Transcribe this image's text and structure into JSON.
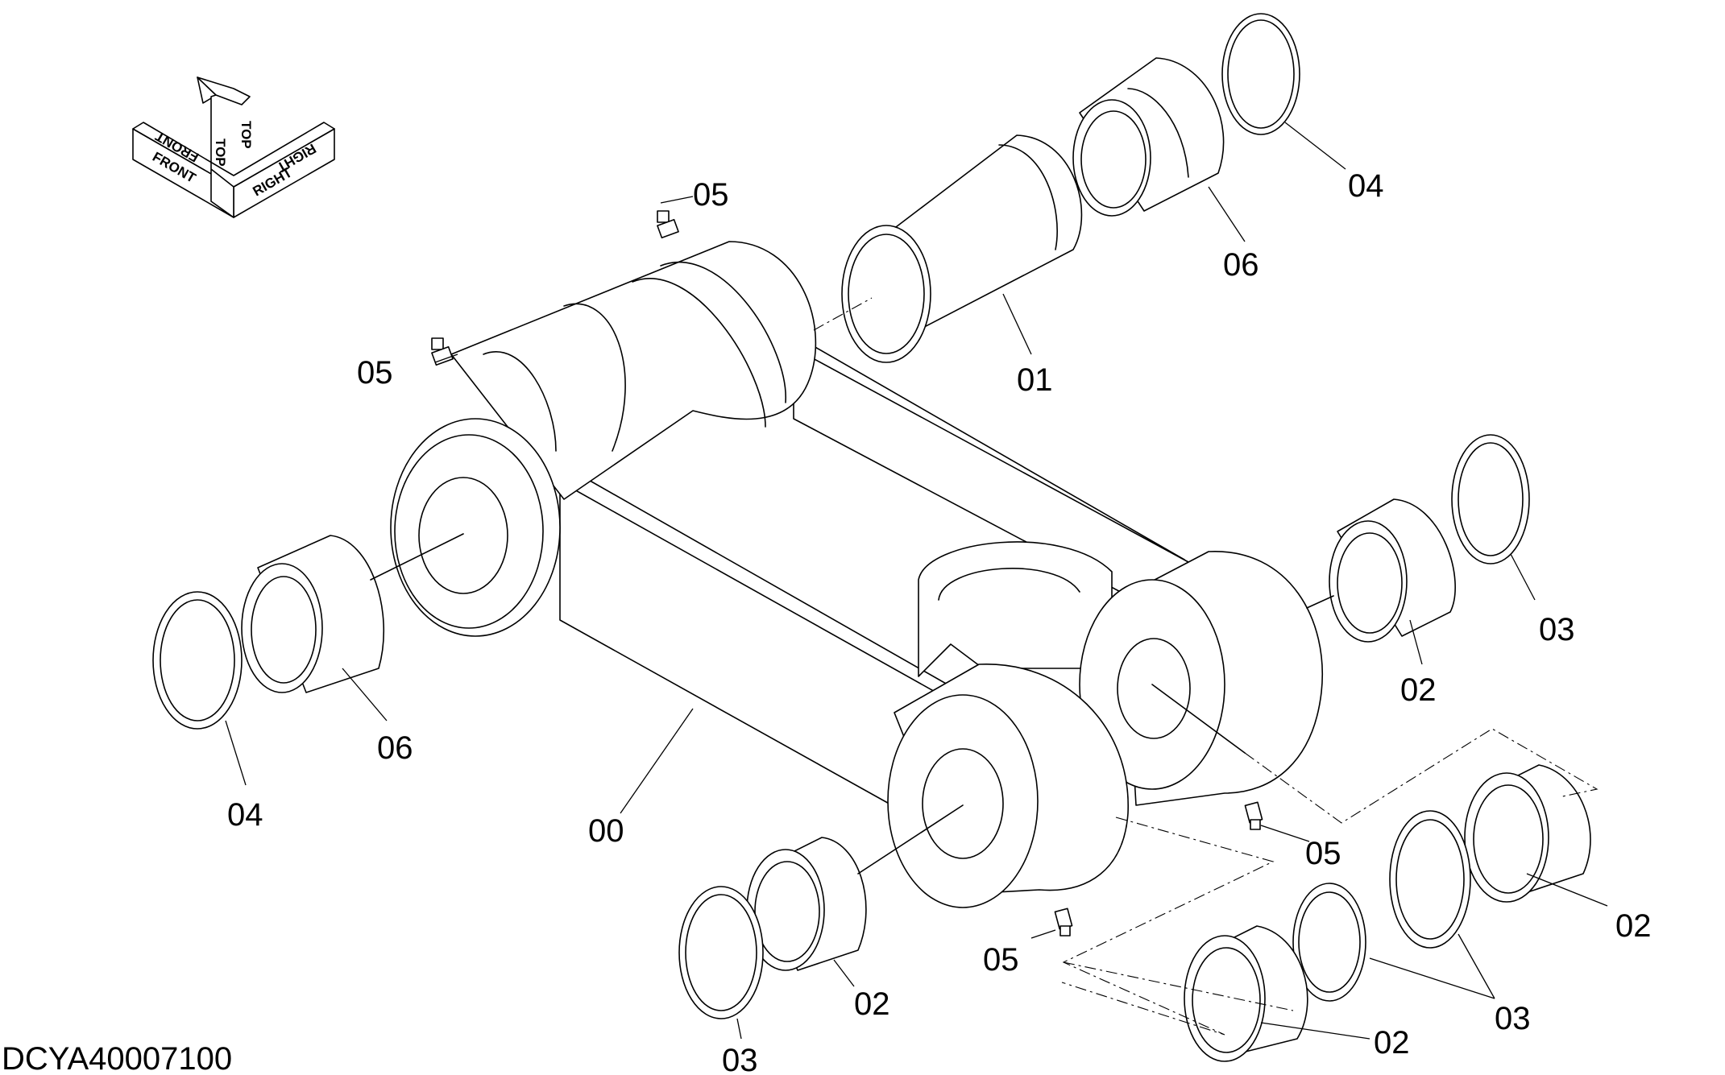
{
  "drawing_code": "DCYA40007100",
  "orientation_arrows": {
    "front": "FRONT",
    "top": "TOP",
    "right": "RIGHT"
  },
  "callouts": {
    "c00": "00",
    "c01": "01",
    "c02a": "02",
    "c02b": "02",
    "c02c": "02",
    "c02d": "02",
    "c03a": "03",
    "c03b": "03",
    "c03c": "03",
    "c04a": "04",
    "c04b": "04",
    "c05a": "05",
    "c05b": "05",
    "c05c": "05",
    "c05d": "05",
    "c06a": "06",
    "c06b": "06"
  }
}
